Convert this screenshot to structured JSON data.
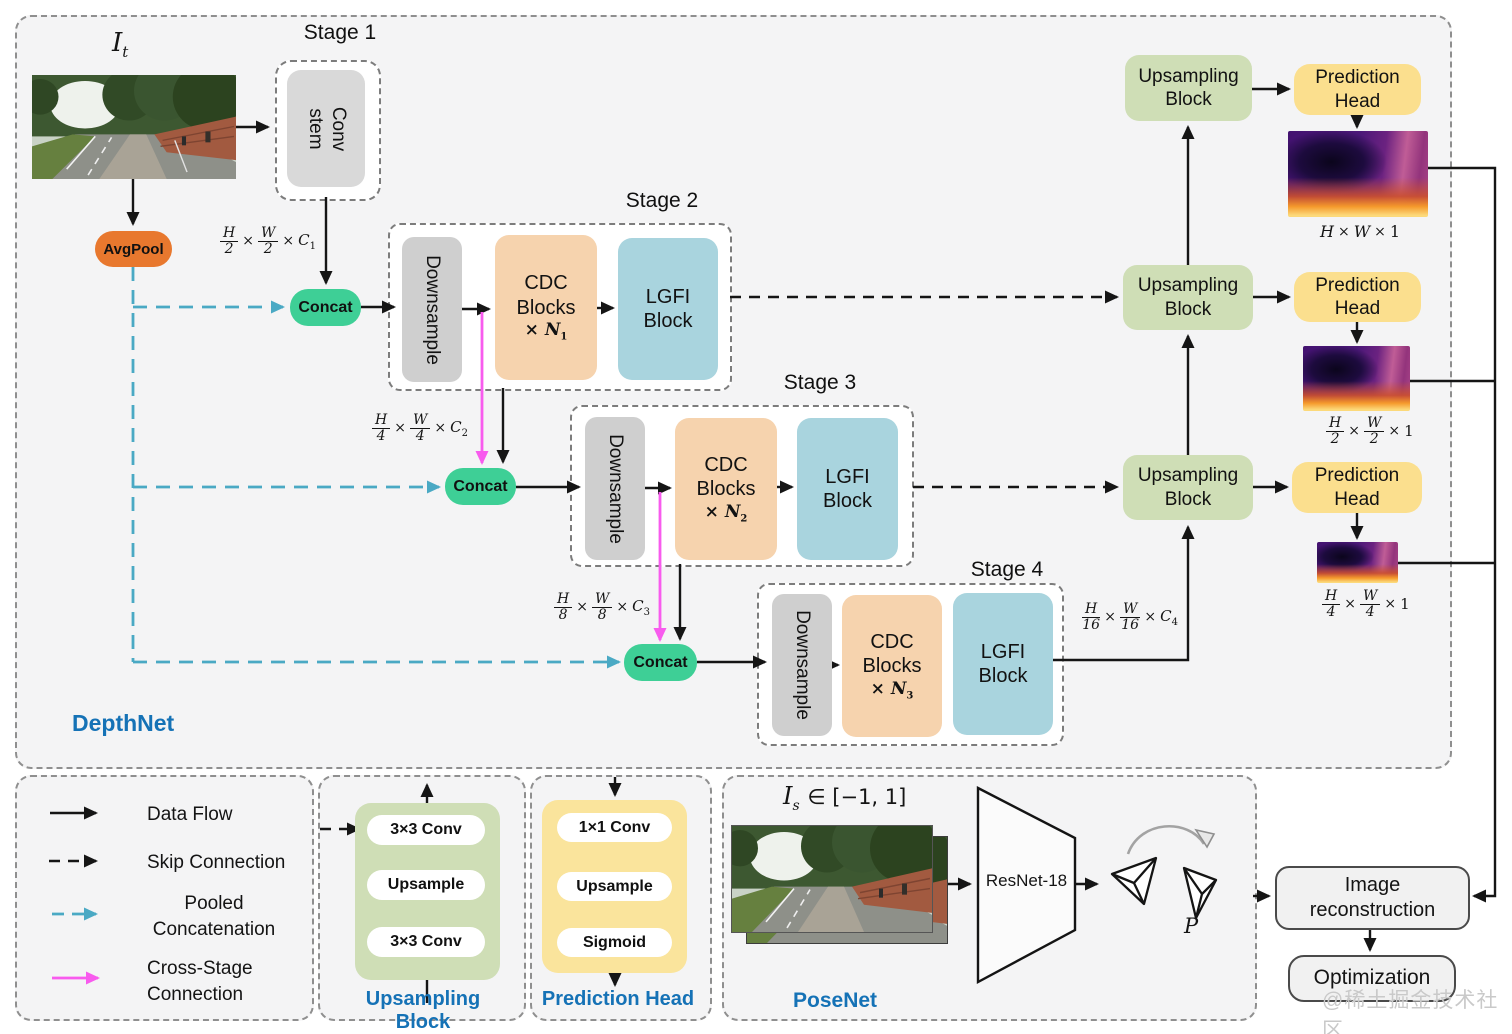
{
  "titles": {
    "depthnet": "DepthNet",
    "posenet": "PoseNet",
    "upsampling_detail": "Upsampling Block",
    "prediction_detail": "Prediction Head",
    "stage1": "Stage 1",
    "stage2": "Stage 2",
    "stage3": "Stage 3",
    "stage4": "Stage 4"
  },
  "blocks": {
    "conv_l1": "Conv",
    "conv_l2": "stem",
    "downsample": "Downsample",
    "cdc_l1": "CDC",
    "cdc_l2": "Blocks",
    "times": "×",
    "n": "N",
    "n1": "1",
    "n2": "2",
    "n3": "3",
    "lgfi_l1": "LGFI",
    "lgfi_l2": "Block",
    "upsampling_l1": "Upsampling",
    "upsampling_l2": "Block",
    "prediction_l1": "Prediction",
    "prediction_l2": "Head",
    "avgpool": "AvgPool",
    "concat": "Concat"
  },
  "math": {
    "H": "H",
    "W": "W",
    "times": "×",
    "C": "C",
    "one": "1",
    "d2": "2",
    "d4": "4",
    "d8": "8",
    "d16": "16",
    "s1": "1",
    "s2": "2",
    "s3": "3",
    "s4": "4"
  },
  "io": {
    "input_var": "I",
    "input_sub": "t",
    "pose_var": "I",
    "pose_sub": "s",
    "pose_range": "∈ [−1, 1]",
    "pose_out": "P",
    "resnet": "ResNet-18"
  },
  "legend": {
    "data_flow": "Data Flow",
    "skip": "Skip Connection",
    "pooled_l1": "Pooled",
    "pooled_l2": "Concatenation",
    "cross_l1": "Cross-Stage",
    "cross_l2": "Connection"
  },
  "detail": {
    "conv33": "3×3 Conv",
    "upsample": "Upsample",
    "conv11": "1×1 Conv",
    "sigmoid": "Sigmoid"
  },
  "output": {
    "img_recon_l1": "Image",
    "img_recon_l2": "reconstruction",
    "optimization": "Optimization"
  },
  "watermark": "@稀土掘金技术社区",
  "colors": {
    "accent_blue": "#1572b6",
    "avgpool_orange": "#e8782e",
    "concat_green": "#3ecf96",
    "cdc_peach": "#f6d3ae",
    "lgfi_blue": "#a9d4de",
    "upsampling_green": "#cfdeb6",
    "prediction_yellow": "#fbdf8e",
    "pooled_teal": "#4aa9c4",
    "cross_magenta": "#f85bee"
  }
}
